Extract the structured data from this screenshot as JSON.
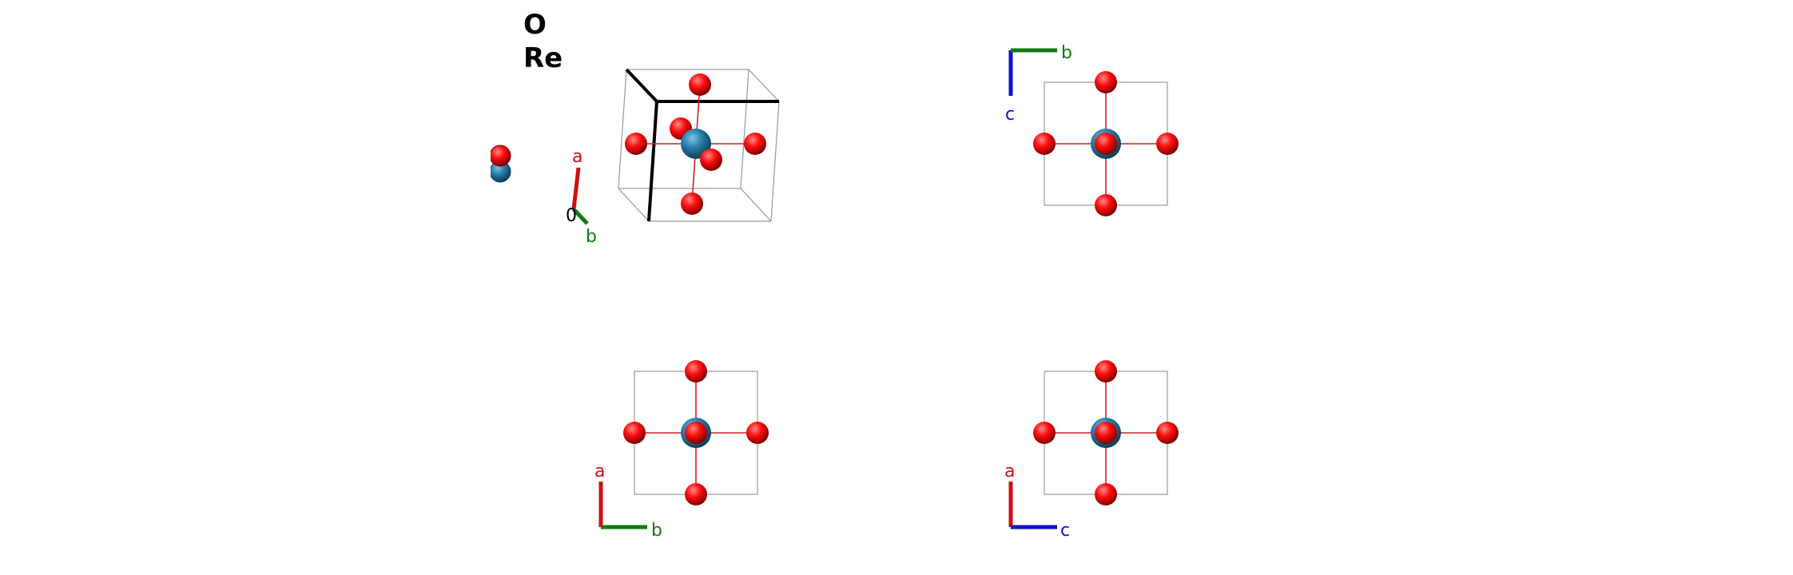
{
  "legend": {
    "items": [
      {
        "label": "O",
        "color": "#ff0d0d"
      },
      {
        "label": "Re",
        "color": "#267fab"
      }
    ]
  },
  "elements": {
    "oxygen": {
      "color": "#ff0d0d",
      "dark": "#8b0000"
    },
    "rhenium": {
      "color": "#267fab",
      "dark": "#12405a"
    }
  },
  "axes_colors": {
    "a": "#cc1111",
    "b": "#117a11",
    "c": "#1010cc",
    "origin": "#000000"
  },
  "views": {
    "perspective": {
      "axis_labels": {
        "a": "a",
        "b": "b",
        "origin": "0"
      }
    },
    "top_right": {
      "axis_labels": {
        "first": "b",
        "second": "c"
      }
    },
    "bottom_left": {
      "axis_labels": {
        "first": "a",
        "second": "b"
      }
    },
    "bottom_right": {
      "axis_labels": {
        "first": "a",
        "second": "c"
      }
    }
  }
}
